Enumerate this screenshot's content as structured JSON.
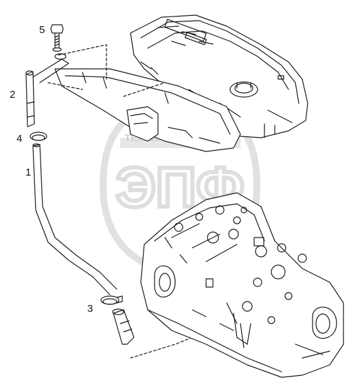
{
  "callouts": [
    {
      "id": "5",
      "label": "5"
    },
    {
      "id": "2",
      "label": "2"
    },
    {
      "id": "4",
      "label": "4"
    },
    {
      "id": "1",
      "label": "1"
    },
    {
      "id": "3",
      "label": "3"
    }
  ],
  "watermark": {
    "top_text": "ТЕХНИКА И ЗАПЧАСТИ",
    "logo_text": "ЭПФ"
  },
  "colors": {
    "line": "#1a1a1a",
    "watermark": "#c8c8c8"
  }
}
